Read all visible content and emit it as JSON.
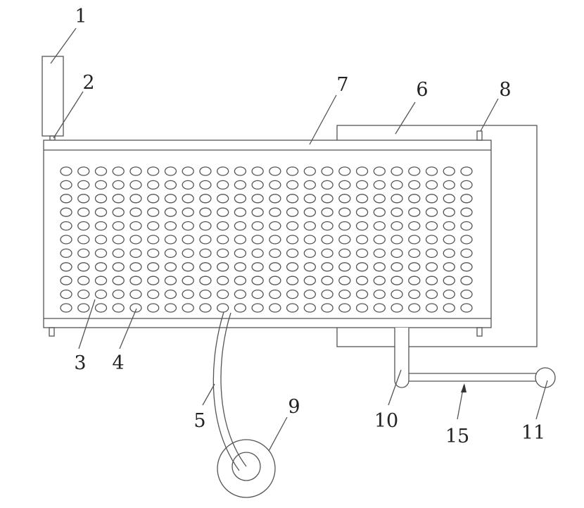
{
  "figure": {
    "hole_grid": {
      "rows": 11,
      "columns": 24
    },
    "labels": [
      {
        "id": "1",
        "text": "1"
      },
      {
        "id": "2",
        "text": "2"
      },
      {
        "id": "3",
        "text": "3"
      },
      {
        "id": "4",
        "text": "4"
      },
      {
        "id": "5",
        "text": "5"
      },
      {
        "id": "6",
        "text": "6"
      },
      {
        "id": "7",
        "text": "7"
      },
      {
        "id": "8",
        "text": "8"
      },
      {
        "id": "9",
        "text": "9"
      },
      {
        "id": "10",
        "text": "10"
      },
      {
        "id": "11",
        "text": "11"
      },
      {
        "id": "15",
        "text": "15"
      }
    ]
  }
}
